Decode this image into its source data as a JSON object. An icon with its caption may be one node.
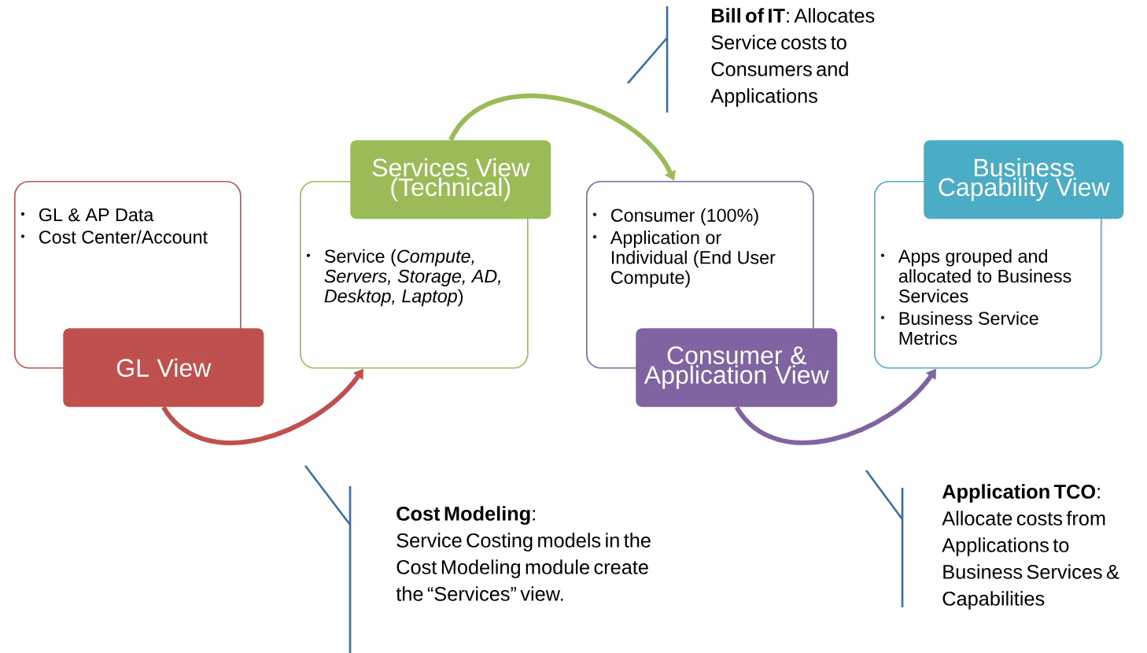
{
  "diagram": {
    "nodes": [
      {
        "text": [
          "GL & AP Data",
          "Cost Center/Account"
        ]
      },
      {
        "text": [
          "GL View"
        ]
      },
      {
        "text": [
          "Service (*Compute, Servers, Storage, AD, Desktop, Laptop*)"
        ]
      },
      {
        "text": [
          "Services View (Technical)"
        ]
      },
      {
        "text": [
          "Consumer (100%)",
          "Application or Individual (End User Compute)"
        ]
      },
      {
        "text": [
          "Consumer & Application View"
        ]
      },
      {
        "text": [
          "Apps grouped and allocated to Business Services",
          "Business Service Metrics"
        ]
      },
      {
        "text": [
          "Business Capability View"
        ]
      },
      {
        "text": [
          "**Cost Modeling**:",
          "Service Costing models in the Cost Modeling module create the “Services” view."
        ]
      },
      {
        "text": [
          "**Bill of IT**: Allocates Service costs to Consumers and Applications"
        ]
      },
      {
        "text": [
          "**Application TCO**:",
          "Allocate costs from Applications to Business Services & Capabilities"
        ]
      }
    ],
    "edges": [
      {
        "from": 1,
        "to": 2,
        "arrow": "to",
        "style": "thick",
        "color": "#c0504d"
      },
      {
        "from": 3,
        "to": 4,
        "arrow": "to",
        "style": "thick",
        "color": "#9bbb59"
      },
      {
        "from": 5,
        "to": 6,
        "arrow": "to",
        "style": "thick",
        "color": "#8064a2"
      },
      {
        "from": 8,
        "to": null,
        "arrow": "none",
        "color": "#3f6fa6"
      },
      {
        "from": 9,
        "to": null,
        "arrow": "none",
        "color": "#3f6fa6"
      },
      {
        "from": 10,
        "to": null,
        "arrow": "none",
        "color": "#3f6fa6"
      }
    ]
  }
}
